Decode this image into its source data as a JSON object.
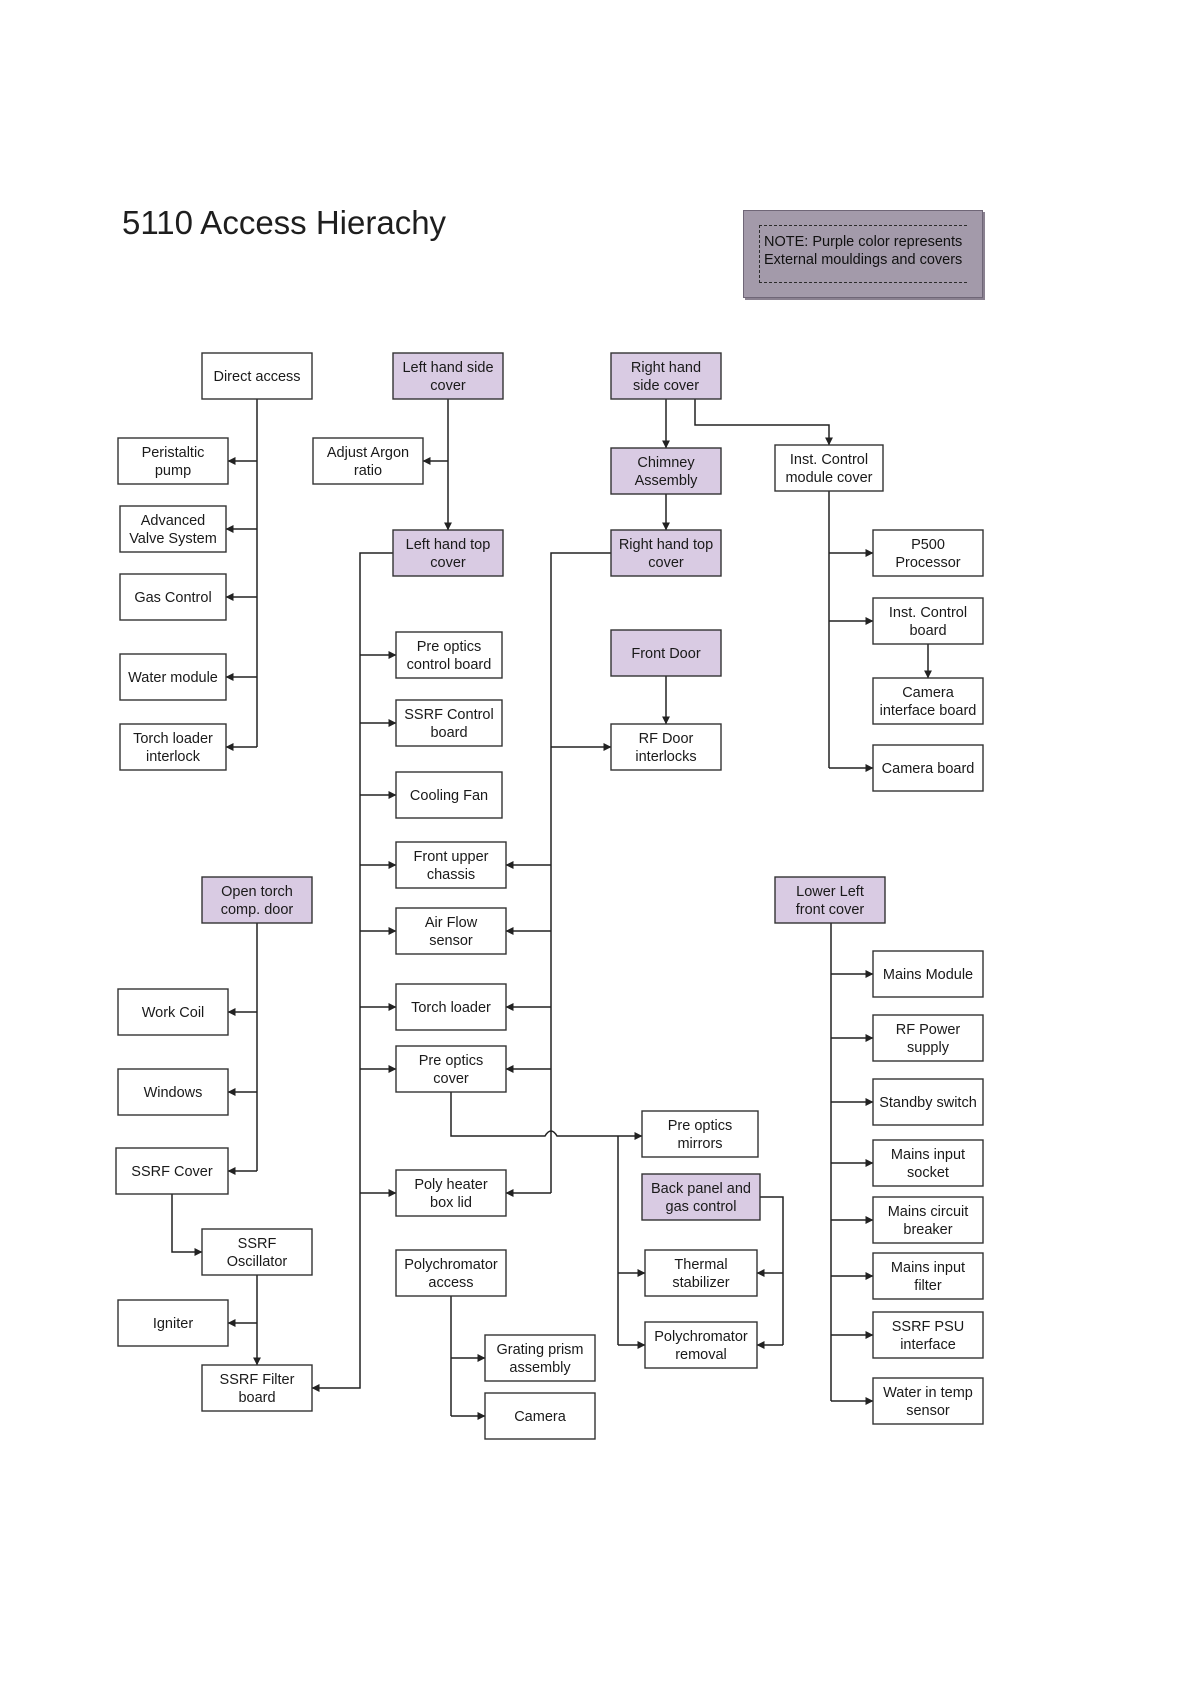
{
  "title": "5110 Access Hierachy",
  "note": "NOTE: Purple color represents External mouldings and covers",
  "colors": {
    "purple_box": "#d9cbe3",
    "plain_box": "#ffffff",
    "note_fill": "#a39aaa",
    "line": "#222222"
  },
  "nodes": [
    {
      "id": "direct",
      "label": "Direct access",
      "purple": false
    },
    {
      "id": "peristaltic",
      "label": "Peristaltic pump",
      "purple": false
    },
    {
      "id": "avs",
      "label": "Advanced Valve System",
      "purple": false
    },
    {
      "id": "gas",
      "label": "Gas Control",
      "purple": false
    },
    {
      "id": "water",
      "label": "Water module",
      "purple": false
    },
    {
      "id": "torchint",
      "label": "Torch loader interlock",
      "purple": false
    },
    {
      "id": "lhs",
      "label": "Left hand side cover",
      "purple": true
    },
    {
      "id": "argon",
      "label": "Adjust Argon ratio",
      "purple": false
    },
    {
      "id": "lht",
      "label": "Left hand top cover",
      "purple": true
    },
    {
      "id": "rhs",
      "label": "Right hand side cover",
      "purple": true
    },
    {
      "id": "chimney",
      "label": "Chimney Assembly",
      "purple": true
    },
    {
      "id": "rht",
      "label": "Right hand top cover",
      "purple": true
    },
    {
      "id": "frontdoor",
      "label": "Front Door",
      "purple": true
    },
    {
      "id": "rfdoor",
      "label": "RF Door interlocks",
      "purple": false
    },
    {
      "id": "icmc",
      "label": "Inst. Control module cover",
      "purple": false
    },
    {
      "id": "p500",
      "label": "P500 Processor",
      "purple": false
    },
    {
      "id": "icb",
      "label": "Inst. Control board",
      "purple": false
    },
    {
      "id": "cib",
      "label": "Camera interface board",
      "purple": false
    },
    {
      "id": "camboard",
      "label": "Camera board",
      "purple": false
    },
    {
      "id": "precb",
      "label": "Pre optics control board",
      "purple": false
    },
    {
      "id": "ssrfcb",
      "label": "SSRF Control board",
      "purple": false
    },
    {
      "id": "fan",
      "label": "Cooling Fan",
      "purple": false
    },
    {
      "id": "fuc",
      "label": "Front upper chassis",
      "purple": false
    },
    {
      "id": "airflow",
      "label": "Air Flow sensor",
      "purple": false
    },
    {
      "id": "torchldr",
      "label": "Torch loader",
      "purple": false
    },
    {
      "id": "precover",
      "label": "Pre optics cover",
      "purple": false
    },
    {
      "id": "poly",
      "label": "Poly heater box lid",
      "purple": false
    },
    {
      "id": "polyacc",
      "label": "Polychromator access",
      "purple": false
    },
    {
      "id": "grating",
      "label": "Grating prism assembly",
      "purple": false
    },
    {
      "id": "camera",
      "label": "Camera",
      "purple": false
    },
    {
      "id": "premirrors",
      "label": "Pre optics mirrors",
      "purple": false
    },
    {
      "id": "backpanel",
      "label": "Back panel and gas control",
      "purple": true
    },
    {
      "id": "thermal",
      "label": "Thermal stabilizer",
      "purple": false
    },
    {
      "id": "polyrem",
      "label": "Polychromator removal",
      "purple": false
    },
    {
      "id": "opentorch",
      "label": "Open torch comp. door",
      "purple": true
    },
    {
      "id": "workcoil",
      "label": "Work Coil",
      "purple": false
    },
    {
      "id": "windows",
      "label": "Windows",
      "purple": false
    },
    {
      "id": "ssrfcover",
      "label": "SSRF Cover",
      "purple": false
    },
    {
      "id": "ssrfosc",
      "label": "SSRF Oscillator",
      "purple": false
    },
    {
      "id": "igniter",
      "label": "Igniter",
      "purple": false
    },
    {
      "id": "ssrffilter",
      "label": "SSRF Filter board",
      "purple": false
    },
    {
      "id": "lowerleft",
      "label": "Lower Left front cover",
      "purple": true
    },
    {
      "id": "mains",
      "label": "Mains Module",
      "purple": false
    },
    {
      "id": "rfpower",
      "label": "RF Power supply",
      "purple": false
    },
    {
      "id": "standby",
      "label": "Standby switch",
      "purple": false
    },
    {
      "id": "mainssocket",
      "label": "Mains input socket",
      "purple": false
    },
    {
      "id": "breaker",
      "label": "Mains circuit breaker",
      "purple": false
    },
    {
      "id": "mainsfilter",
      "label": "Mains input filter",
      "purple": false
    },
    {
      "id": "ssrfpsu",
      "label": "SSRF PSU interface",
      "purple": false
    },
    {
      "id": "watertemp",
      "label": "Water in temp sensor",
      "purple": false
    }
  ]
}
